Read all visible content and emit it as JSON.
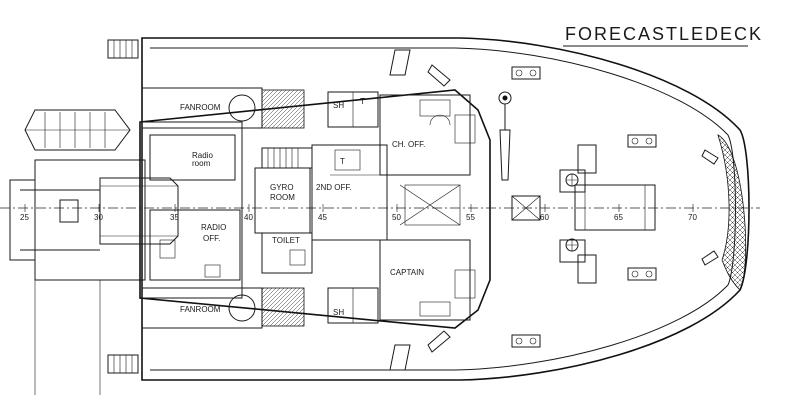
{
  "title": "FORECASTLEDECK",
  "rooms": {
    "fanroom_top": "FANROOM",
    "fanroom_bottom": "FANROOM",
    "radio_room_1": "Radio",
    "radio_room_2": "room",
    "radio_off_1": "RADIO",
    "radio_off_2": "OFF.",
    "gyro_1": "GYRO",
    "gyro_2": "ROOM",
    "toilet": "TOILET",
    "second_off": "2ND OFF.",
    "ch_off": "CH. OFF.",
    "captain": "CAPTAIN",
    "sh_top": "SH",
    "sh_bottom": "SH",
    "t_top": "T",
    "t_mid": "T"
  },
  "frames": [
    "25",
    "30",
    "35",
    "40",
    "45",
    "50",
    "55",
    "60",
    "65",
    "70"
  ]
}
